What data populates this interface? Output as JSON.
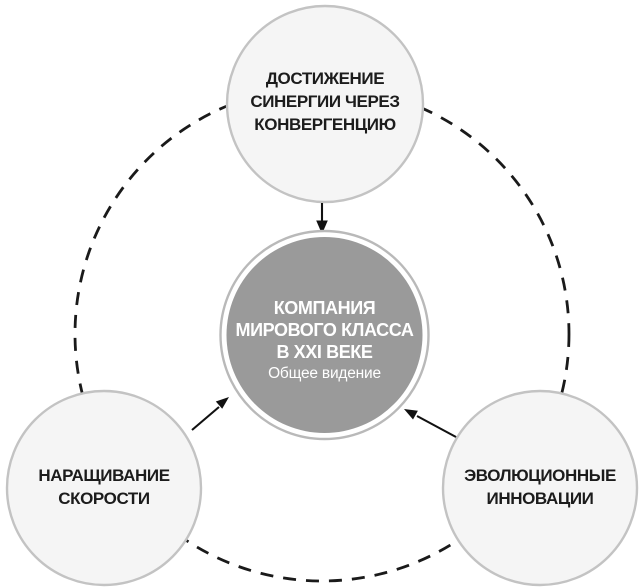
{
  "diagram": {
    "type": "hub-and-spoke-cycle",
    "background": "#ffffff",
    "colors": {
      "dashed-ring": "#1a1a1a",
      "node-fill": "#f5f5f5",
      "node-stroke": "#c3c3c3",
      "center-fill": "#9a9a9a",
      "center-ring": "#b9b9b9",
      "arrow": "#111111",
      "text-dark": "#1c1c1c",
      "text-light": "#ffffff"
    },
    "center": {
      "line1": "КОМПАНИЯ",
      "line2": "МИРОВОГО КЛАССА",
      "line3": "В XXI ВЕКЕ",
      "subtitle": "Общее видение"
    },
    "nodes": {
      "top": {
        "line1": "ДОСТИЖЕНИЕ",
        "line2": "СИНЕРГИИ ЧЕРЕЗ",
        "line3": "КОНВЕРГЕНЦИЮ"
      },
      "bottom_left": {
        "line1": "НАРАЩИВАНИЕ",
        "line2": "СКОРОСТИ"
      },
      "bottom_right": {
        "line1": "ЭВОЛЮЦИОННЫЕ",
        "line2": "ИННОВАЦИИ"
      }
    }
  }
}
